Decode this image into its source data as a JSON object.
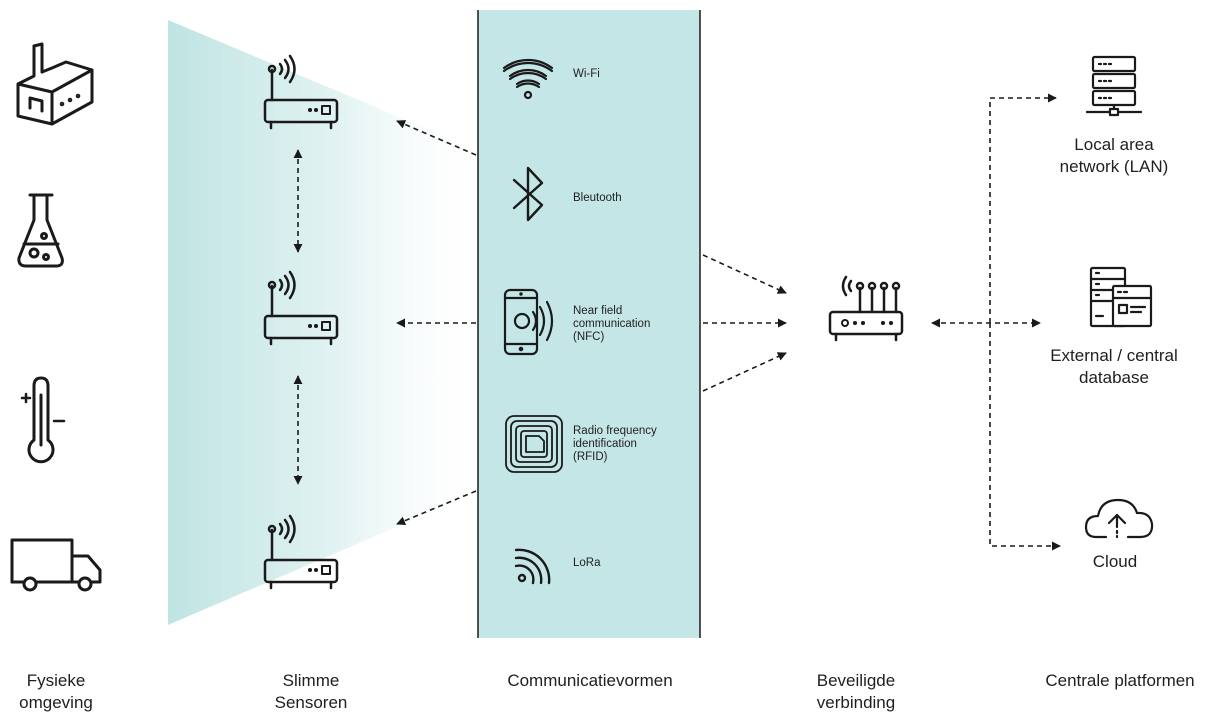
{
  "columns": [
    {
      "line1": "Fysieke",
      "line2": "omgeving"
    },
    {
      "line1": "Slimme",
      "line2": "Sensoren"
    },
    {
      "line1": "Communicatievormen",
      "line2": ""
    },
    {
      "line1": "Beveiligde",
      "line2": "verbinding"
    },
    {
      "line1": "Centrale platformen",
      "line2": ""
    }
  ],
  "physical_icons": [
    "factory-icon",
    "flask-icon",
    "thermometer-icon",
    "truck-icon"
  ],
  "sensor_icons": [
    "router-icon",
    "router-icon",
    "router-icon"
  ],
  "communication": [
    {
      "icon": "wifi-icon",
      "lines": [
        "Wi-Fi"
      ]
    },
    {
      "icon": "bluetooth-icon",
      "lines": [
        "Bleutooth"
      ]
    },
    {
      "icon": "nfc-phone-icon",
      "lines": [
        "Near field",
        "communication",
        "(NFC)"
      ]
    },
    {
      "icon": "rfid-tag-icon",
      "lines": [
        "Radio frequency",
        "identification",
        "(RFID)"
      ]
    },
    {
      "icon": "lora-icon",
      "lines": [
        "LoRa"
      ]
    }
  ],
  "gateway_icon": "gateway-router-icon",
  "platforms": [
    {
      "icon": "server-rack-icon",
      "lines": [
        "Local area",
        "network (LAN)"
      ]
    },
    {
      "icon": "database-icon",
      "lines": [
        "External / central",
        "database"
      ]
    },
    {
      "icon": "cloud-upload-icon",
      "lines": [
        "Cloud"
      ]
    }
  ],
  "colors": {
    "panel": "#c5e6e6",
    "gradient_start": "#bfe4e3",
    "line": "#1a1a1a"
  }
}
